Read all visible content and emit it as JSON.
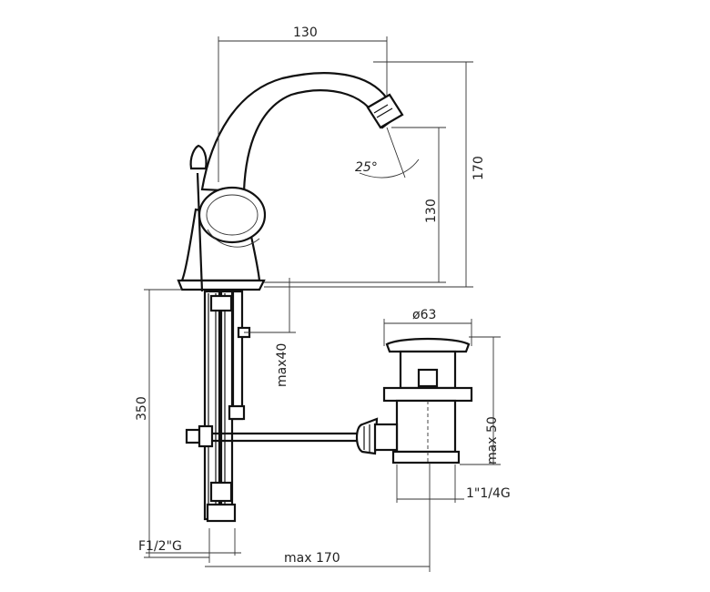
{
  "dimensions": {
    "spout_reach": "130",
    "total_height": "170",
    "spout_height": "130",
    "spout_angle": "25°",
    "hose_length": "350",
    "connection_max": "max40",
    "waste_diameter": "ø63",
    "waste_max": "max 50",
    "waste_thread": "1\"1/4G",
    "supply_thread": "F1/2\"G",
    "max_width": "max 170"
  }
}
